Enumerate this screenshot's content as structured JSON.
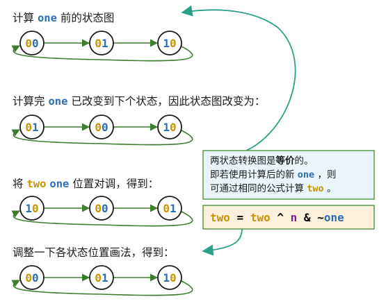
{
  "colors": {
    "one": "#2f6db3",
    "two": "#c99400",
    "edge": "#3d7d2f",
    "note_border": "#5a9c4a",
    "note_fill": "#eaf5fb",
    "teal_arrow": "#2aa187",
    "operator_n": "#7a1f9a",
    "operator_amp": "#1a1a1a"
  },
  "sections": [
    {
      "caption": [
        {
          "text": "计算 ",
          "kind": "plain"
        },
        {
          "text": "one",
          "kind": "one"
        },
        {
          "text": " 前的状态图",
          "kind": "plain"
        }
      ],
      "nodes": [
        {
          "label": "00",
          "bits": [
            {
              "c": "0",
              "k": "two"
            },
            {
              "c": "0",
              "k": "one"
            }
          ]
        },
        {
          "label": "01",
          "bits": [
            {
              "c": "0",
              "k": "two"
            },
            {
              "c": "1",
              "k": "one"
            }
          ]
        },
        {
          "label": "10",
          "bits": [
            {
              "c": "1",
              "k": "one"
            },
            {
              "c": "0",
              "k": "two"
            }
          ]
        }
      ]
    },
    {
      "caption": [
        {
          "text": "计算完 ",
          "kind": "plain"
        },
        {
          "text": "one",
          "kind": "one"
        },
        {
          "text": " 已改变到下个状态，因此状态图改变为：",
          "kind": "plain"
        }
      ],
      "nodes": [
        {
          "label": "01",
          "bits": [
            {
              "c": "0",
              "k": "two"
            },
            {
              "c": "1",
              "k": "one"
            }
          ]
        },
        {
          "label": "00",
          "bits": [
            {
              "c": "0",
              "k": "two"
            },
            {
              "c": "0",
              "k": "one"
            }
          ]
        },
        {
          "label": "10",
          "bits": [
            {
              "c": "1",
              "k": "one"
            },
            {
              "c": "0",
              "k": "two"
            }
          ]
        }
      ]
    },
    {
      "caption": [
        {
          "text": "将 ",
          "kind": "plain"
        },
        {
          "text": "two",
          "kind": "two"
        },
        {
          "text": " ",
          "kind": "plain"
        },
        {
          "text": "one",
          "kind": "one"
        },
        {
          "text": " 位置对调，得到：",
          "kind": "plain"
        }
      ],
      "nodes": [
        {
          "label": "10",
          "bits": [
            {
              "c": "1",
              "k": "one"
            },
            {
              "c": "0",
              "k": "two"
            }
          ]
        },
        {
          "label": "00",
          "bits": [
            {
              "c": "0",
              "k": "two"
            },
            {
              "c": "0",
              "k": "one"
            }
          ]
        },
        {
          "label": "01",
          "bits": [
            {
              "c": "0",
              "k": "two"
            },
            {
              "c": "1",
              "k": "one"
            }
          ]
        }
      ]
    },
    {
      "caption": [
        {
          "text": "调整一下各状态位置画法，得到：",
          "kind": "plain"
        }
      ],
      "nodes": [
        {
          "label": "00",
          "bits": [
            {
              "c": "0",
              "k": "two"
            },
            {
              "c": "0",
              "k": "one"
            }
          ]
        },
        {
          "label": "01",
          "bits": [
            {
              "c": "0",
              "k": "two"
            },
            {
              "c": "1",
              "k": "one"
            }
          ]
        },
        {
          "label": "10",
          "bits": [
            {
              "c": "1",
              "k": "one"
            },
            {
              "c": "0",
              "k": "two"
            }
          ]
        }
      ]
    }
  ],
  "note": {
    "line1": [
      {
        "text": "两状态转换图是",
        "kind": "plain"
      },
      {
        "text": "等价",
        "kind": "bold"
      },
      {
        "text": "的。",
        "kind": "plain"
      }
    ],
    "line2": [
      {
        "text": "即若使用计算后的新 ",
        "kind": "plain"
      },
      {
        "text": "one",
        "kind": "one"
      },
      {
        "text": " ，则",
        "kind": "plain"
      }
    ],
    "line3": [
      {
        "text": "可通过相同的公式计算 ",
        "kind": "plain"
      },
      {
        "text": "two",
        "kind": "two"
      },
      {
        "text": " 。",
        "kind": "plain"
      }
    ]
  },
  "formula": [
    {
      "text": "two",
      "kind": "two"
    },
    {
      "text": " = ",
      "kind": "plain"
    },
    {
      "text": "two",
      "kind": "two"
    },
    {
      "text": " ^ ",
      "kind": "plain"
    },
    {
      "text": "n",
      "kind": "n"
    },
    {
      "text": " & ",
      "kind": "plain"
    },
    {
      "text": "~",
      "kind": "plain"
    },
    {
      "text": "one",
      "kind": "one"
    }
  ]
}
